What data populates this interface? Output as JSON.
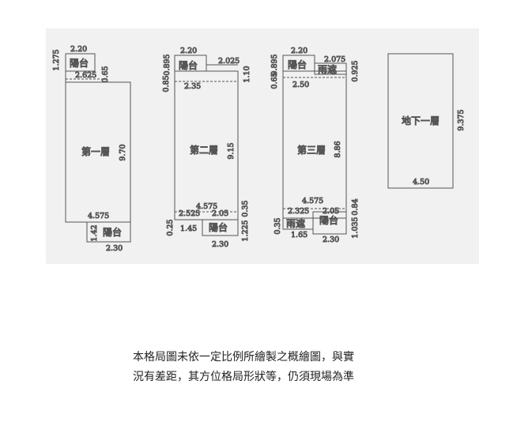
{
  "floors": {
    "f1": {
      "name": "第一層",
      "balcony_top": "陽台",
      "balcony_bottom": "陽台",
      "dims": {
        "balcony_w": "2.20",
        "balcony_h": "1.275",
        "gap_w": "2.625",
        "gap_h": "0.65",
        "height": "9.70",
        "width": "4.575",
        "bottom_h": "1.42",
        "bottom_w": "2.30"
      }
    },
    "f2": {
      "name": "第二層",
      "balcony_top": "陽台",
      "balcony_bottom": "陽台",
      "dims": {
        "balcony_w": "2.20",
        "balcony_h": "0.895",
        "right_w": "2.025",
        "left_h": "0.85",
        "right_h": "1.10",
        "inner_w": "2.35",
        "height": "9.15",
        "width": "4.575",
        "low_left_w": "2.525",
        "low_right_w": "2.05",
        "low_right_h": "0.35",
        "low_left_h": "0.25",
        "low_left_w2": "1.45",
        "low_right_h2": "1.225",
        "bottom_w": "2.30"
      }
    },
    "f3": {
      "name": "第三層",
      "balcony_top": "陽台",
      "canopy_top": "雨遮",
      "canopy_bottom": "雨遮",
      "balcony_bottom": "陽台",
      "dims": {
        "balcony_w": "2.20",
        "balcony_h": "0.895",
        "canopy_w": "2.075",
        "left_h": "0.65",
        "right_h": "0.925",
        "inner_w": "2.50",
        "height": "8.86",
        "width": "4.575",
        "low_left_w": "2.325",
        "low_right_w": "2.05",
        "low_right_h": "0.84",
        "low_left_h": "0.35",
        "low_left_w2": "1.65",
        "low_right_h2": "1.035",
        "bottom_w": "2.30"
      }
    },
    "b1": {
      "name": "地下一層",
      "dims": {
        "height": "9.375",
        "width": "4.50"
      }
    }
  },
  "disclaimer": {
    "line1": "本格局圖未依一定比例所繪製之概繪圖，與實",
    "line2": "況有差距，其方位格局形狀等，仍須現場為準"
  }
}
